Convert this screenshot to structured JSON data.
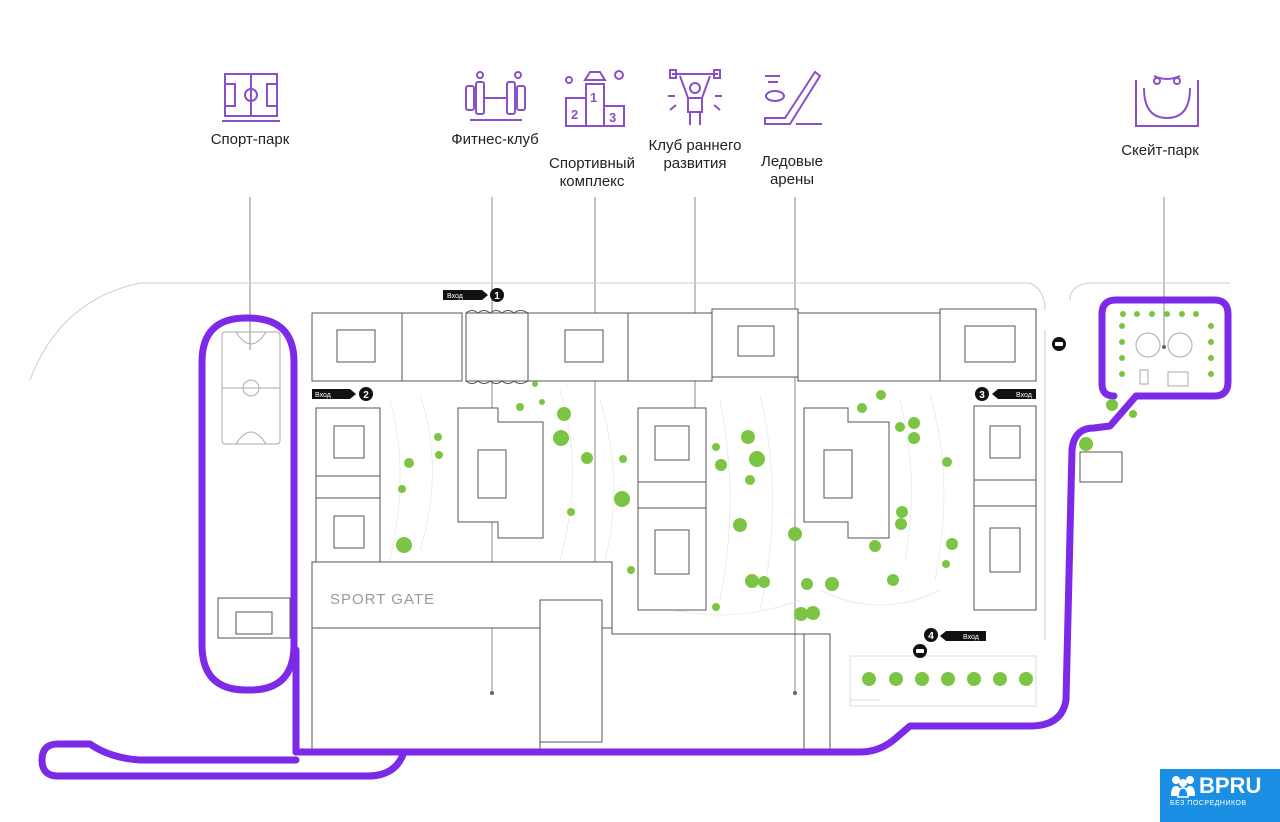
{
  "colors": {
    "route": "#7d2ae8",
    "icon": "#8a4fc9",
    "building": "#555555",
    "tree": "#7cc443",
    "tag": "#111111"
  },
  "facilities": [
    {
      "id": "sport-park",
      "label": "Спорт-парк",
      "icon": "football-field-icon"
    },
    {
      "id": "fitness-club",
      "label": "Фитнес-клуб",
      "icon": "dumbbell-icon"
    },
    {
      "id": "sports-complex",
      "label": "Спортивный\nкомплекс",
      "icon": "podium-icon"
    },
    {
      "id": "kids-club",
      "label": "Клуб раннего\nразвития",
      "icon": "child-weight-icon"
    },
    {
      "id": "ice-arenas",
      "label": "Ледовые\nарены",
      "icon": "hockey-stick-icon"
    },
    {
      "id": "skate-park",
      "label": "Скейт-парк",
      "icon": "skate-ramp-icon"
    }
  ],
  "entrances": [
    {
      "number": "1",
      "label": "Вход"
    },
    {
      "number": "2",
      "label": "Вход"
    },
    {
      "number": "3",
      "label": "Вход"
    },
    {
      "number": "4",
      "label": "Вход"
    }
  ],
  "watermark": "SPORT GATE",
  "brand": {
    "name": "BPRU",
    "tagline": "БЕЗ ПОСРЕДНИКОВ"
  }
}
